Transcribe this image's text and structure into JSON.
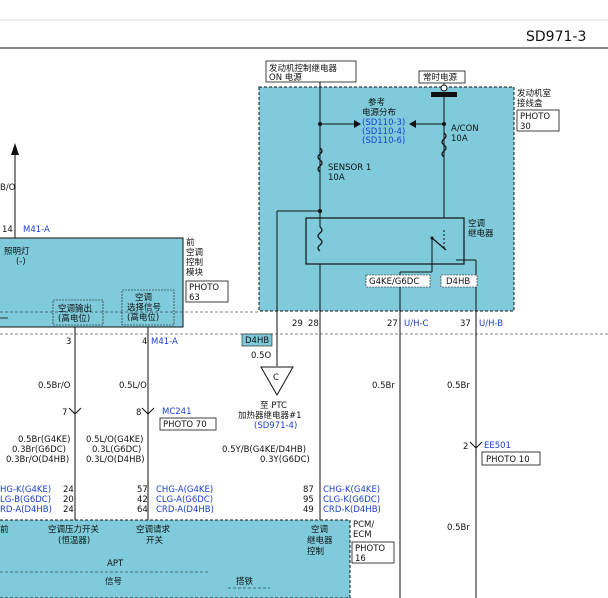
{
  "header": {
    "code": "SD971-3"
  },
  "colors": {
    "box_fill": "#7fcbdc",
    "link": "#1a3fd0",
    "line": "#111111"
  },
  "power": {
    "engine_relay_supply": [
      "发动机控制继电器",
      "ON 电源"
    ],
    "constant_supply": "常时电源",
    "engine_fuse_box": [
      "发动机室",
      "接线盒"
    ],
    "engine_fuse_box_photo": [
      "PHOTO",
      "30"
    ],
    "ref_title": [
      "参考",
      "电源分布"
    ],
    "ref_links": [
      "(SD110-3)",
      "(SD110-4)",
      "(SD110-6)"
    ],
    "sensor_fuse": [
      "SENSOR 1",
      "10A"
    ],
    "acon_fuse": [
      "A/CON",
      "10A"
    ],
    "ac_relay": [
      "空调",
      "继电器"
    ],
    "variant_left": "G4KE/G6DC",
    "variant_right": "D4HB",
    "pins": [
      "29",
      "28",
      "27",
      "37"
    ],
    "pin_labels": [
      "U/H-C",
      "U/H-B"
    ]
  },
  "left_module": {
    "pin_14": "14",
    "connector": "M41-A",
    "light_label": [
      "照明灯",
      "(-)"
    ],
    "wire_bo": "B/O",
    "name": [
      "前",
      "空调",
      "控制",
      "模块"
    ],
    "photo": [
      "PHOTO",
      "63"
    ],
    "out1": [
      "空调输出",
      "(高电位)"
    ],
    "out2": [
      "空调",
      "选择信号",
      "(高电位)"
    ],
    "pin_3": "3",
    "pin_4": "4",
    "connector2": "M41-A"
  },
  "middle": {
    "wire_1": "0.5Br/O",
    "wire_2": "0.5L/O",
    "pin_7": "7",
    "pin_8": "8",
    "mc_connector": "MC241",
    "mc_photo": "PHOTO 70",
    "spec_left": [
      "0.5Br(G4KE)",
      "0.3Br(G6DC)",
      "0.3Br/O(D4HB)"
    ],
    "spec_mid": [
      "0.5L/O(G4KE)",
      "0.3L(G6DC)",
      "0.3L/O(D4HB)"
    ],
    "spec_right": [
      "0.5Y/B(G4KE/D4HB)",
      "0.3Y(G6DC)"
    ],
    "left_connectors": [
      "HG-K(G4KE)",
      "LG-B(G6DC)",
      "RD-A(D4HB)"
    ],
    "left_pins": [
      "24",
      "20",
      "24"
    ],
    "mid_pins": [
      "57",
      "42",
      "64"
    ],
    "mid_connectors": [
      "CHG-A(G4KE)",
      "CLG-A(G6DC)",
      "CRD-A(D4HB)"
    ],
    "right_pins": [
      "87",
      "95",
      "49"
    ],
    "right_connectors": [
      "CHG-K(G4KE)",
      "CLG-K(G6DC)",
      "CRD-K(D4HB)"
    ]
  },
  "ptc": {
    "variant": "D4HB",
    "wire": "0.5O",
    "tag": "C",
    "to_label": [
      "至 PTC",
      "加热器继电器#1"
    ],
    "link": "(SD971-4)"
  },
  "right": {
    "wire_27": "0.5Br",
    "wire_37": "0.5Br",
    "ee_pin": "2",
    "ee_connector": "EE501",
    "ee_photo": "PHOTO 10",
    "wire_37b": "0.5Br"
  },
  "pcm": {
    "labels": [
      "前",
      "空调压力开关",
      "(恒温器)",
      "空调请求",
      "开关",
      "空调",
      "继电器",
      "控制"
    ],
    "name": [
      "PCM/",
      "ECM"
    ],
    "photo": [
      "PHOTO",
      "16"
    ],
    "apt": "APT",
    "sig": "信号",
    "gnd": "搭铁"
  }
}
